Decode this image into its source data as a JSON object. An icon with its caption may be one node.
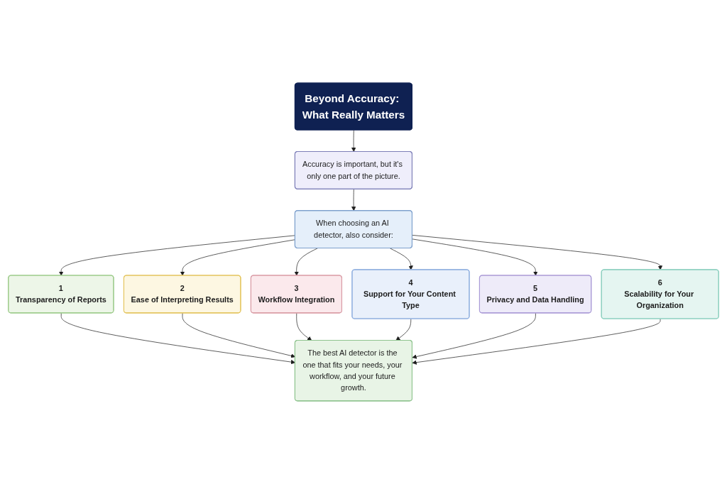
{
  "diagram": {
    "nodes": [
      {
        "text": [
          "Beyond Accuracy: What Really Matters"
        ]
      },
      {
        "text": [
          "Accuracy is important, but it's only one part of the picture."
        ]
      },
      {
        "text": [
          "When choosing an AI detector, also consider:"
        ]
      },
      {
        "text": [
          "1",
          "Transparency of Reports"
        ]
      },
      {
        "text": [
          "2",
          "Ease of Interpreting Results"
        ]
      },
      {
        "text": [
          "3",
          "Workflow Integration"
        ]
      },
      {
        "text": [
          "4",
          "Support for Your Content Type"
        ]
      },
      {
        "text": [
          "5",
          "Privacy and Data Handling"
        ]
      },
      {
        "text": [
          "6",
          "Scalability for Your Organization"
        ]
      },
      {
        "text": [
          "The best AI detector is the one that fits your needs, your workflow, and your future growth."
        ]
      }
    ],
    "edges": [
      {
        "from": 0,
        "to": 1,
        "arrow": "to"
      },
      {
        "from": 1,
        "to": 2,
        "arrow": "to"
      },
      {
        "from": 2,
        "to": 3,
        "arrow": "to"
      },
      {
        "from": 2,
        "to": 4,
        "arrow": "to"
      },
      {
        "from": 2,
        "to": 5,
        "arrow": "to"
      },
      {
        "from": 2,
        "to": 6,
        "arrow": "to"
      },
      {
        "from": 2,
        "to": 7,
        "arrow": "to"
      },
      {
        "from": 2,
        "to": 8,
        "arrow": "to"
      },
      {
        "from": 3,
        "to": 9,
        "arrow": "to"
      },
      {
        "from": 4,
        "to": 9,
        "arrow": "to"
      },
      {
        "from": 5,
        "to": 9,
        "arrow": "to"
      },
      {
        "from": 6,
        "to": 9,
        "arrow": "to"
      },
      {
        "from": 7,
        "to": 9,
        "arrow": "to"
      },
      {
        "from": 8,
        "to": 9,
        "arrow": "to"
      }
    ]
  }
}
